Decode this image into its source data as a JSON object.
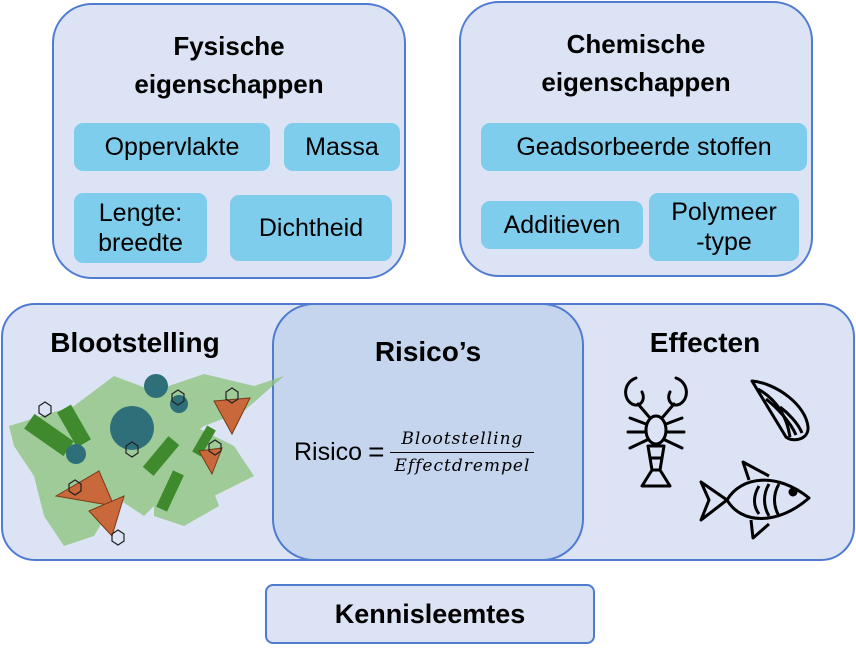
{
  "physical": {
    "title_line1": "Fysische",
    "title_line2": "eigenschappen",
    "chips": {
      "oppervlakte": "Oppervlakte",
      "massa": "Massa",
      "lengte_line1": "Lengte:",
      "lengte_line2": "breedte",
      "dichtheid": "Dichtheid"
    }
  },
  "chemical": {
    "title_line1": "Chemische",
    "title_line2": "eigenschappen",
    "chips": {
      "geadsorbeerde": "Geadsorbeerde stoffen",
      "additieven": "Additieven",
      "polymeer_line1": "Polymeer",
      "polymeer_line2": "-type"
    }
  },
  "bottom": {
    "blootstelling": "Blootstelling",
    "risicos": "Risico’s",
    "effecten": "Effecten",
    "formula": {
      "lhs": "Risico",
      "equals": "=",
      "numerator": "Blootstelling",
      "denominator": "Effectdrempel"
    }
  },
  "footer": {
    "kennisleemtes": "Kennisleemtes"
  },
  "colors": {
    "panel_fill": "#dbe3f4",
    "panel_border": "#4f7bd0",
    "chip_fill": "#7fcdec",
    "center_fill": "#c5d5ee",
    "plastic_green": "#5e9e4a",
    "plastic_fiber": "#3e8a2c",
    "plastic_teal": "#2f6f7a",
    "plastic_orange": "#c9683a"
  },
  "icons": [
    "microplastics-illustration",
    "lobster-icon",
    "shell-icon",
    "fish-icon"
  ]
}
